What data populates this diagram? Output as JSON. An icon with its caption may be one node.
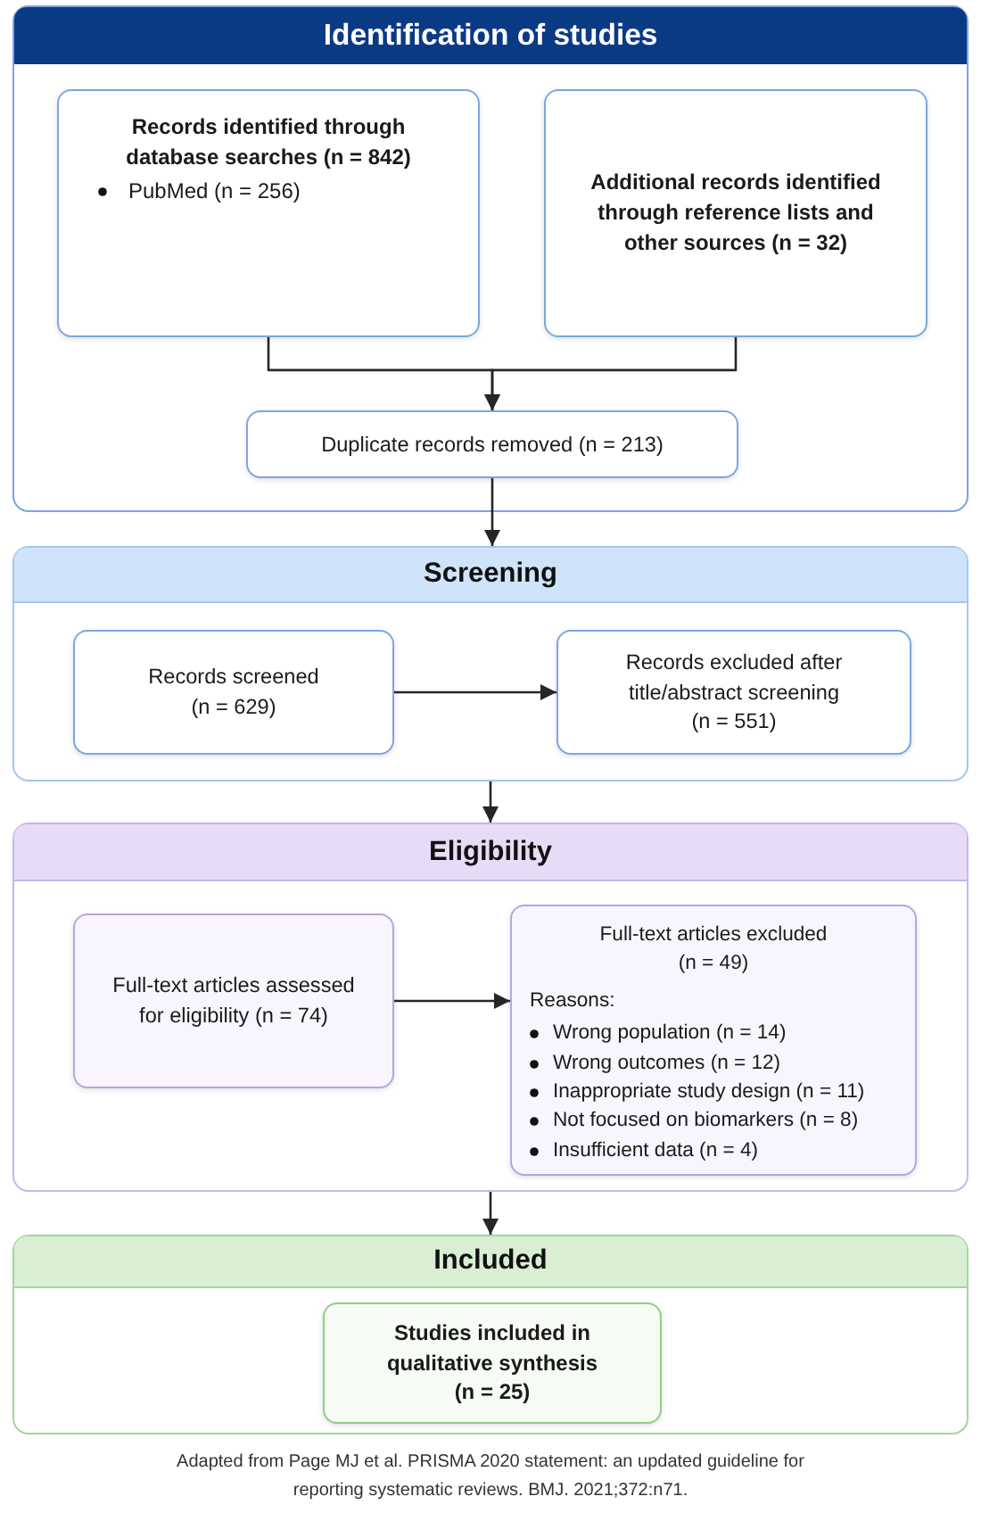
{
  "diagram": {
    "nodes": [
      {
        "text": [
          "Identification of studies"
        ]
      },
      {
        "text": [
          "Records identified through database searches (n = 842)",
          "PubMed (n = 256)"
        ],
        "in": 0
      },
      {
        "text": [
          "Additional records identified through reference lists and other sources (n = 32)"
        ],
        "in": 0
      },
      {
        "text": [
          "Duplicate records removed (n = 213)"
        ],
        "in": 0
      },
      {
        "text": [
          "Screening"
        ]
      },
      {
        "text": [
          "Records screened (n = 629)"
        ],
        "in": 4
      },
      {
        "text": [
          "Records excluded after title/abstract screening (n = 551)"
        ],
        "in": 4
      },
      {
        "text": [
          "Eligibility"
        ]
      },
      {
        "text": [
          "Full-text articles assessed for eligibility (n = 74)"
        ],
        "in": 7
      },
      {
        "text": [
          "Full-text articles excluded (n = 49)",
          "Reasons:",
          "Wrong population (n = 14)",
          "Wrong outcomes (n = 12)",
          "Inappropriate study design (n = 11)",
          "Not focused on biomarkers (n = 8)",
          "Insufficient data (n = 4)"
        ],
        "in": 7
      },
      {
        "text": [
          "Included"
        ]
      },
      {
        "text": [
          "Studies included in qualitative synthesis (n = 25)"
        ],
        "in": 10
      }
    ],
    "edges": [
      {
        "from": 1,
        "to": 3,
        "arrow": "to"
      },
      {
        "from": 2,
        "to": 3,
        "arrow": "to"
      },
      {
        "from": 3,
        "to": 4,
        "arrow": "to"
      },
      {
        "from": 5,
        "to": 6,
        "arrow": "to"
      },
      {
        "from": 4,
        "to": 7,
        "arrow": "to"
      },
      {
        "from": 8,
        "to": 9,
        "arrow": "to"
      },
      {
        "from": 7,
        "to": 10,
        "arrow": "to"
      }
    ],
    "caption": "Adapted from Page MJ et al. PRISMA 2020 statement: an updated guideline for reporting systematic reviews. BMJ. 2021;372:n71."
  }
}
